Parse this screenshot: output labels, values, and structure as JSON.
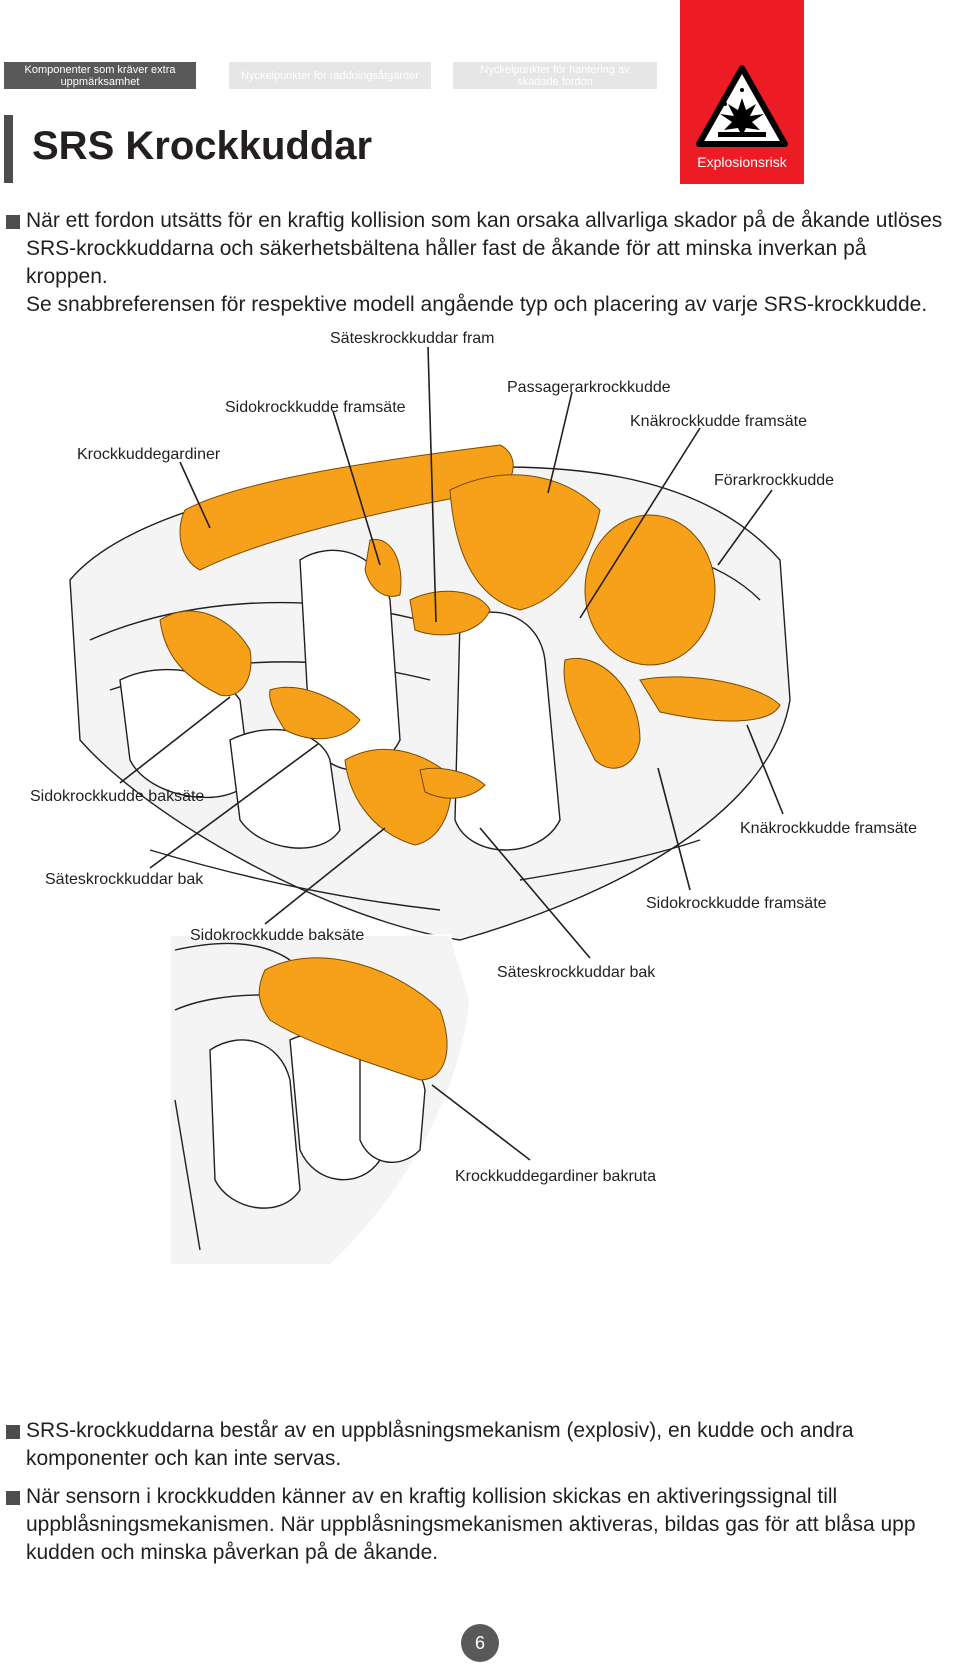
{
  "tabs": [
    {
      "label": "Komponenter som kräver extra uppmärksamhet",
      "active": true
    },
    {
      "label": "Nyckelpunkter för räddningsåtgärder",
      "active": false
    },
    {
      "label": "Nyckelpunkter för hantering av skadade fordon",
      "active": false
    }
  ],
  "warning": {
    "label": "Explosionsrisk",
    "color": "#ed1c24",
    "icon": "explosion-warning-icon"
  },
  "title": "SRS Krockkuddar",
  "intro": {
    "text1": "När ett fordon utsätts för en kraftig kollision som kan orsaka allvarliga skador på de åkande utlöses SRS-krockkuddarna och säkerhetsbältena håller fast de åkande för att minska inverkan på kroppen.",
    "text2": "Se snabbreferensen för respektive modell angående typ och placering av varje SRS-krockkudde."
  },
  "callouts": {
    "front_seat_airbags": "Säteskrockkuddar fram",
    "side_front_1": "Sidokrockkudde framsäte",
    "passenger": "Passagerarkrockkudde",
    "knee_front_1": "Knäkrockkudde framsäte",
    "curtains": "Krockkuddegardiner",
    "driver": "Förarkrockkudde",
    "side_rear_1": "Sidokrockkudde baksäte",
    "knee_front_2": "Knäkrockkudde framsäte",
    "seat_rear_1": "Säteskrockkuddar bak",
    "side_front_2": "Sidokrockkudde framsäte",
    "side_rear_2": "Sidokrockkudde baksäte",
    "seat_rear_2": "Säteskrockkuddar bak",
    "rear_window_curtain": "Krockkuddegardiner bakruta"
  },
  "bottom": {
    "text1": "SRS-krockkuddarna består av en uppblåsningsmekanism (explosiv), en kudde och andra komponenter och kan inte servas.",
    "text2": "När sensorn i krockkudden känner av en kraftig kollision skickas en aktiveringssignal till uppblåsningsmekanismen. När uppblåsningsmekanismen aktiveras, bildas gas för att blåsa upp kudden och minska påverkan på de åkande."
  },
  "page_number": "6",
  "colors": {
    "airbag": "#f7a11a",
    "line": "#231f20",
    "tab_active": "#595959",
    "tab_inactive": "#e6e6e6"
  }
}
